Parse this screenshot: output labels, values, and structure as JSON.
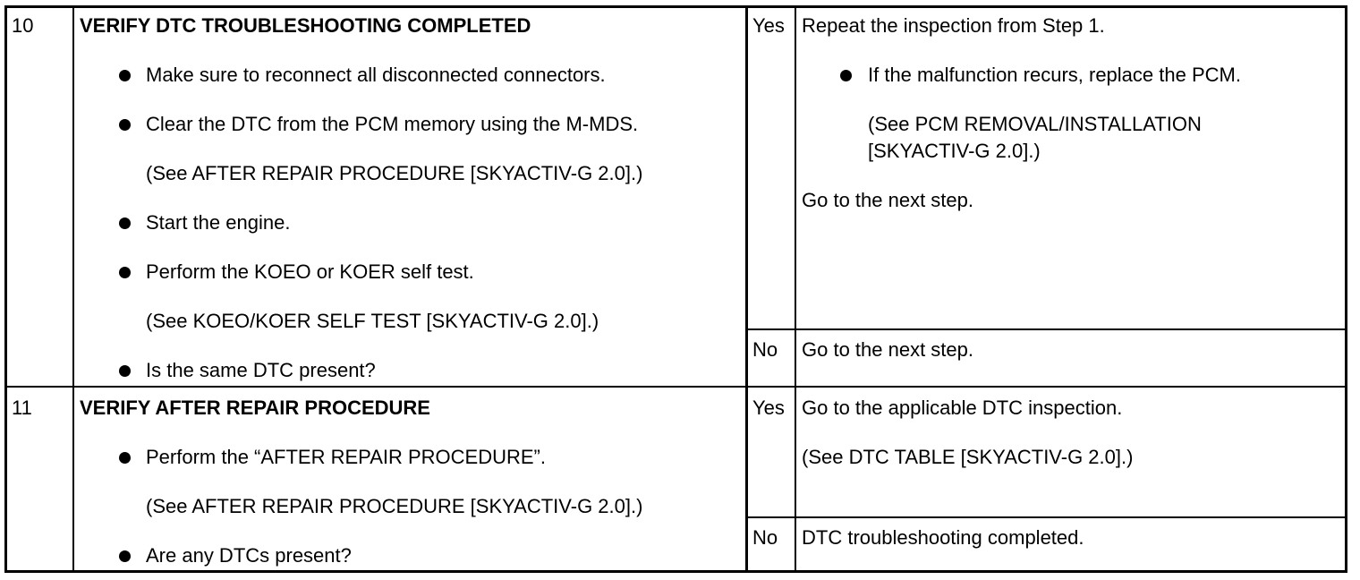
{
  "rows": [
    {
      "step": "10",
      "title": "VERIFY DTC TROUBLESHOOTING COMPLETED",
      "actions": [
        "Make sure to reconnect all disconnected connectors.",
        "Clear the DTC from the PCM memory using the M-MDS.",
        "(See AFTER REPAIR PROCEDURE [SKYACTIV-G 2.0].)",
        "Start the engine.",
        "Perform the KOEO or KOER self test.",
        "(See KOEO/KOER SELF TEST [SKYACTIV-G 2.0].)",
        "Is the same DTC present?"
      ],
      "yes": {
        "label": "Yes",
        "line1": "Repeat the inspection from Step 1.",
        "bullet": "If the malfunction recurs, replace the PCM.",
        "ref1": "(See PCM REMOVAL/INSTALLATION",
        "ref2": "[SKYACTIV-G 2.0].)",
        "line_last": "Go to the next step."
      },
      "no": {
        "label": "No",
        "text": "Go to the next step."
      }
    },
    {
      "step": "11",
      "title": "VERIFY AFTER REPAIR PROCEDURE",
      "actions": [
        "Perform the “AFTER REPAIR PROCEDURE”.",
        "(See AFTER REPAIR PROCEDURE [SKYACTIV-G 2.0].)",
        "Are any DTCs present?"
      ],
      "yes": {
        "label": "Yes",
        "line1": "Go to the applicable DTC inspection.",
        "ref": "(See DTC TABLE [SKYACTIV-G 2.0].)"
      },
      "no": {
        "label": "No",
        "text": "DTC troubleshooting completed."
      }
    }
  ]
}
